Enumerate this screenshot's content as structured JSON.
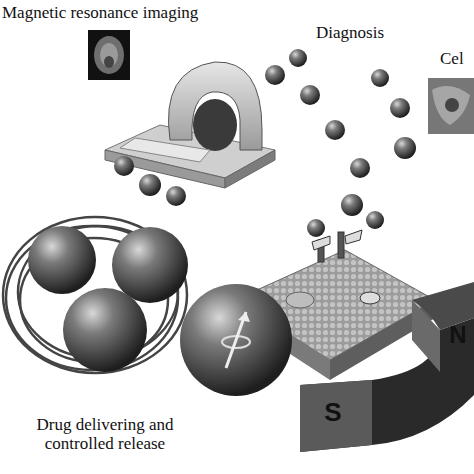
{
  "diagram": {
    "labels": [
      "Magnetic resonance imaging",
      "Diagnosis",
      "Cel",
      "Drug delivering and controlled release",
      "S",
      "N"
    ]
  }
}
